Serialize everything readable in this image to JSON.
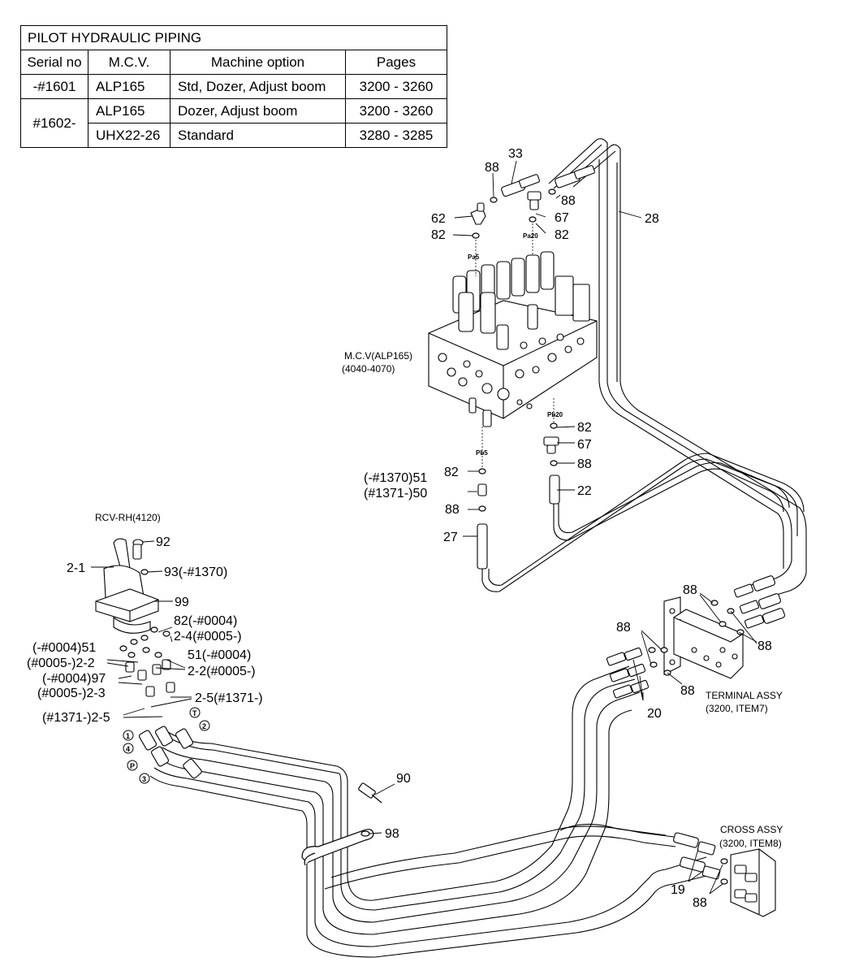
{
  "table": {
    "title": "PILOT HYDRAULIC PIPING",
    "headers": [
      "Serial no",
      "M.C.V.",
      "Machine option",
      "Pages"
    ],
    "rows": [
      [
        "-#1601",
        "ALP165",
        "Std, Dozer, Adjust boom",
        "3200 - 3260"
      ],
      [
        "#1602-",
        "ALP165",
        "Dozer, Adjust boom",
        "3200 - 3260"
      ],
      [
        "",
        "UHX22-26",
        "Standard",
        "3280 - 3285"
      ]
    ]
  },
  "labels": {
    "mcv_title": "M.C.V(ALP165)",
    "mcv_pages": "(4040-4070)",
    "rcv": "RCV-RH(4120)",
    "terminal_title": "TERMINAL ASSY",
    "terminal_ref": "(3200, ITEM7)",
    "cross_title": "CROSS ASSY",
    "cross_ref": "(3200, ITEM8)",
    "port_pa5": "Pa5",
    "port_pa20": "Pa20",
    "port_pb20": "Pb20",
    "port_pb5": "Pb5"
  },
  "callouts": {
    "c33": "33",
    "c88_top_left": "88",
    "c88_top_right": "88",
    "c62": "62",
    "c67_top": "67",
    "c82_left": "82",
    "c82_right": "82",
    "c28": "28",
    "c82_pb20": "82",
    "c67_bottom": "67",
    "c88_pb20": "88",
    "c22": "22",
    "c82_pb5": "82",
    "c51_1370": "(-#1370)51",
    "c50_1371": "(#1371-)50",
    "c88_pb5": "88",
    "c27": "27",
    "c92": "92",
    "c2_1": "2-1",
    "c93": "93(-#1370)",
    "c99": "99",
    "c82_0004": "82(-#0004)",
    "c2_4": "2-4(#0005-)",
    "c51_0004_left": "(-#0004)51",
    "c2_2_left": "(#0005-)2-2",
    "c51_0004_right": "51(-#0004)",
    "c2_2_right": "2-2(#0005-)",
    "c97": "(-#0004)97",
    "c2_3": "(#0005-)2-3",
    "c2_5_right": "2-5(#1371-)",
    "c2_5_left": "(#1371-)2-5",
    "c90": "90",
    "c98": "98",
    "c88_term_top": "88",
    "c88_term_left": "88",
    "c88_term_right": "88",
    "c88_term_bottom": "88",
    "c20": "20",
    "c19": "19",
    "c88_cross": "88"
  },
  "port_markers": [
    "1",
    "4",
    "P",
    "3",
    "T",
    "2"
  ]
}
